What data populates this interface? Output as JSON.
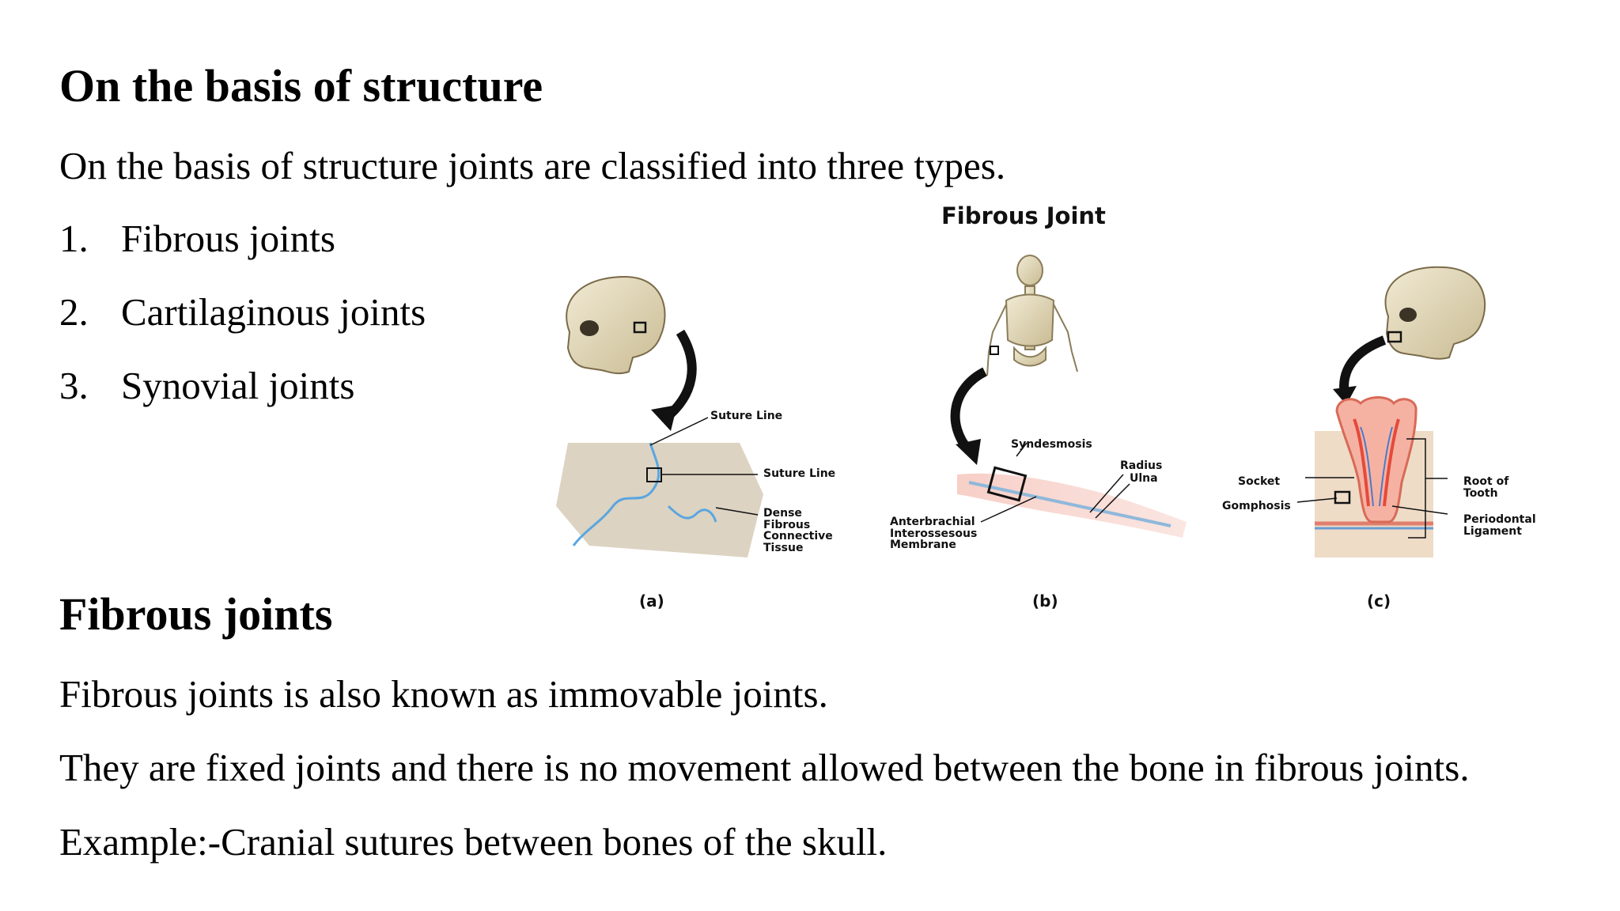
{
  "section1": {
    "title": "On the basis of structure",
    "intro": "On the basis of structure joints are classified into three types.",
    "list": [
      {
        "num": "1.",
        "text": "Fibrous joints"
      },
      {
        "num": "2.",
        "text": "Cartilaginous joints"
      },
      {
        "num": "3.",
        "text": "Synovial joints"
      }
    ]
  },
  "figure": {
    "title": "Fibrous Joint",
    "panel_a": {
      "label": "(a)",
      "suture_line_top": "Suture Line",
      "suture_line": "Suture Line",
      "dense_tissue": [
        "Dense",
        "Fibrous",
        "Connective",
        "Tissue"
      ]
    },
    "panel_b": {
      "label": "(b)",
      "syndesmosis": "Syndesmosis",
      "radius": "Radius",
      "ulna": "Ulna",
      "membrane": [
        "Anterbrachial",
        "Interossesous",
        "Membrane"
      ]
    },
    "panel_c": {
      "label": "(c)",
      "socket": "Socket",
      "gomphosis": "Gomphosis",
      "root": [
        "Root of",
        "Tooth"
      ],
      "ligament": [
        "Periodontal",
        "Ligament"
      ]
    }
  },
  "section2": {
    "title": "Fibrous joints",
    "lines": [
      "Fibrous joints is also known as immovable joints.",
      "They are fixed joints and there is no movement allowed between the bone in fibrous joints.",
      "Example:-Cranial sutures between bones of the skull."
    ]
  }
}
